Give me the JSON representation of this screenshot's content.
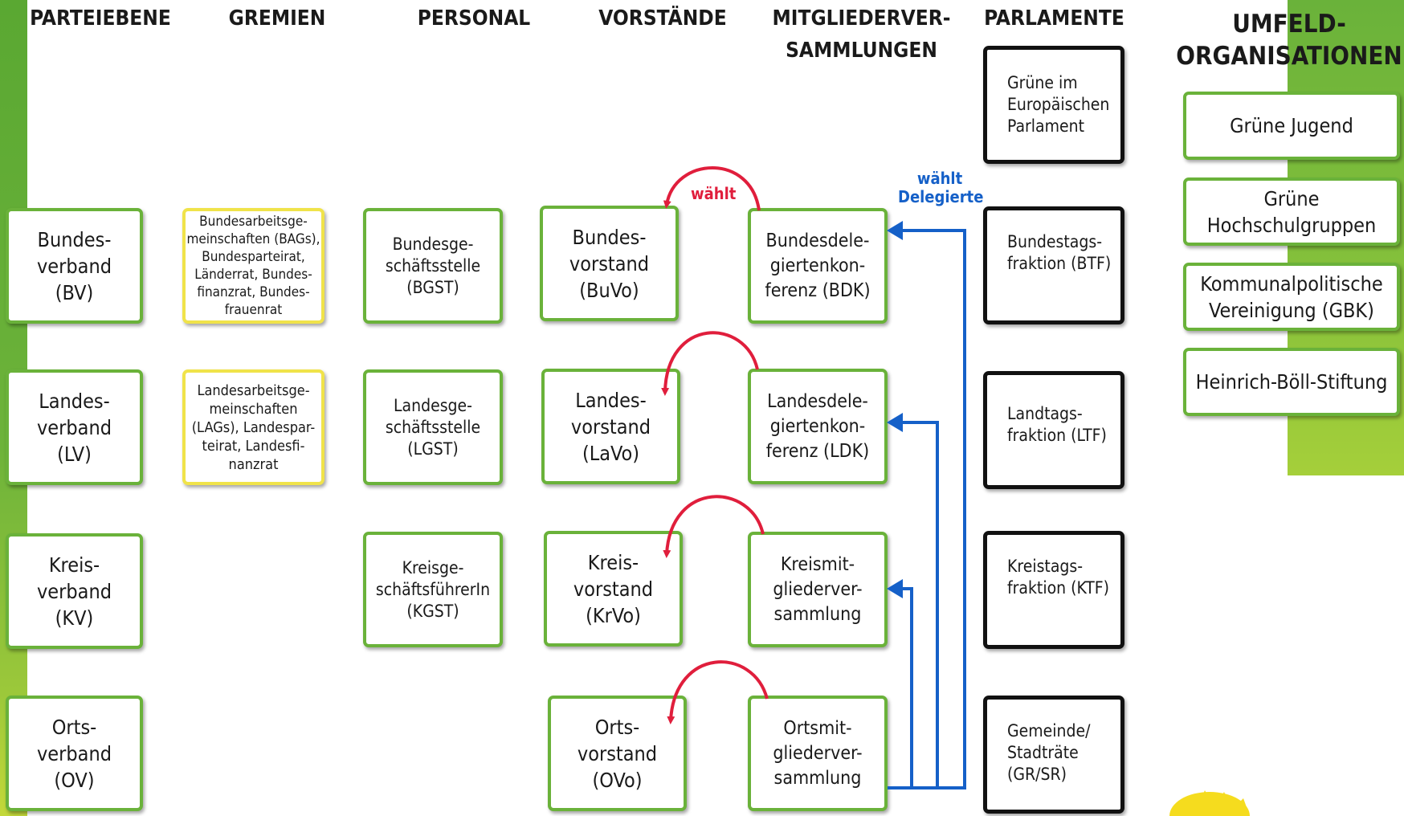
{
  "headers": {
    "parteiebene": "PARTEIEBENE",
    "gremien": "GREMIEN",
    "personal": "PERSONAL",
    "vorstaende": "VORSTÄNDE",
    "mitglieder": "MITGLIEDERVER-\nSAMMLUNGEN",
    "parlamente": "PARLAMENTE",
    "umfeld": "UMFELD-\nORGANISATIONEN"
  },
  "parteiebene": [
    "Bundes-\nverband\n(BV)",
    "Landes-\nverband\n(LV)",
    "Kreis-\nverband\n(KV)",
    "Orts-\nverband\n(OV)"
  ],
  "gremien": [
    "Bundesarbeitsge-\nmeinschaften (BAGs),\nBundesparteirat,\nLänderrat, Bundes-\nfinanzrat, Bundes-\nfrauenrat",
    "Landesarbeitsge-\nmeinschaften\n(LAGs), Landespar-\nteirat, Landesfi-\nnanzrat"
  ],
  "personal": [
    "Bundesge-\nschäftsstelle\n(BGST)",
    "Landesge-\nschäftsstelle\n(LGST)",
    "Kreisge-\nschäftsführerIn\n(KGST)"
  ],
  "vorstaende": [
    "Bundes-\nvorstand\n(BuVo)",
    "Landes-\nvorstand\n(LaVo)",
    "Kreis-\nvorstand\n(KrVo)",
    "Orts-\nvorstand\n(OVo)"
  ],
  "mitgliederversammlungen": [
    "Bundesdele-\ngiertenkon-\nferenz (BDK)",
    "Landesdele-\ngiertenkon-\nferenz (LDK)",
    "Kreismit-\ngliederver-\nsammlung",
    "Ortsmit-\ngliederver-\nsammlung"
  ],
  "parlamente": [
    "Grüne im\nEuropäischen\nParlament",
    "Bundestags-\nfraktion (BTF)",
    "Landtags-\nfraktion (LTF)",
    "Kreistags-\nfraktion (KTF)",
    "Gemeinde/\nStadträte\n(GR/SR)"
  ],
  "umfeld": [
    "Grüne Jugend",
    "Grüne\nHochschulgruppen",
    "Kommunalpolitische\nVereinigung (GBK)",
    "Heinrich-Böll-Stiftung"
  ],
  "labels": {
    "waehlt": "wählt",
    "waehlt_delegierte": "wählt\nDelegierte"
  },
  "colors": {
    "green": "#6ab23a",
    "yellow": "#f0e34a",
    "red": "#e01e3c",
    "blue": "#1560c8",
    "black": "#111111"
  }
}
